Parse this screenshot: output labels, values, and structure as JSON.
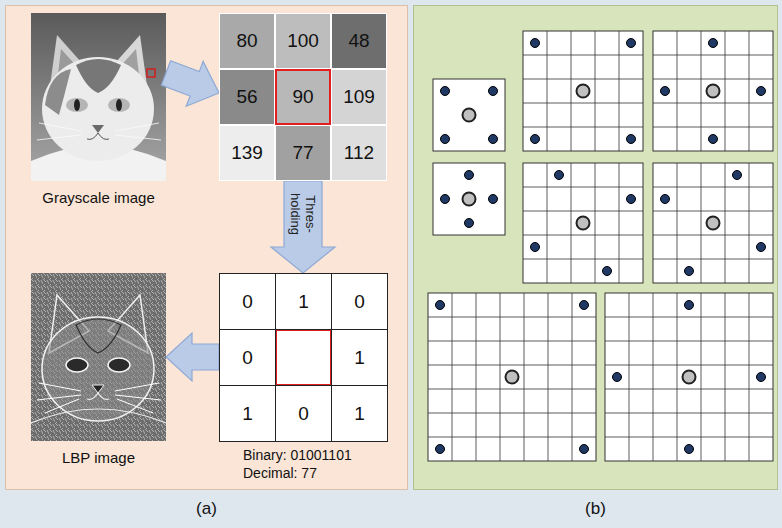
{
  "diagram": {
    "nodes": [
      {
        "text": [
          "(a)"
        ]
      },
      {
        "text": [
          "Grayscale image"
        ],
        "in": 0
      },
      {
        "text": [
          "80",
          "100",
          "48",
          "56",
          "90",
          "109",
          "139",
          "77",
          "112"
        ],
        "in": 0
      },
      {
        "text": [
          "LBP image"
        ],
        "in": 0
      },
      {
        "text": [
          "0",
          "1",
          "0",
          "0",
          "1",
          "1",
          "0",
          "1"
        ],
        "in": 0
      },
      {
        "text": [
          "(b)"
        ]
      }
    ],
    "edges": [
      {
        "from": 1,
        "to": 2,
        "arrow": "to"
      },
      {
        "from": 2,
        "to": 4,
        "label": "Thres- holding",
        "arrow": "to"
      },
      {
        "from": 4,
        "to": 3,
        "arrow": "to"
      }
    ],
    "labels": [
      "Binary: 01001101",
      "Decimal: 77"
    ]
  }
}
